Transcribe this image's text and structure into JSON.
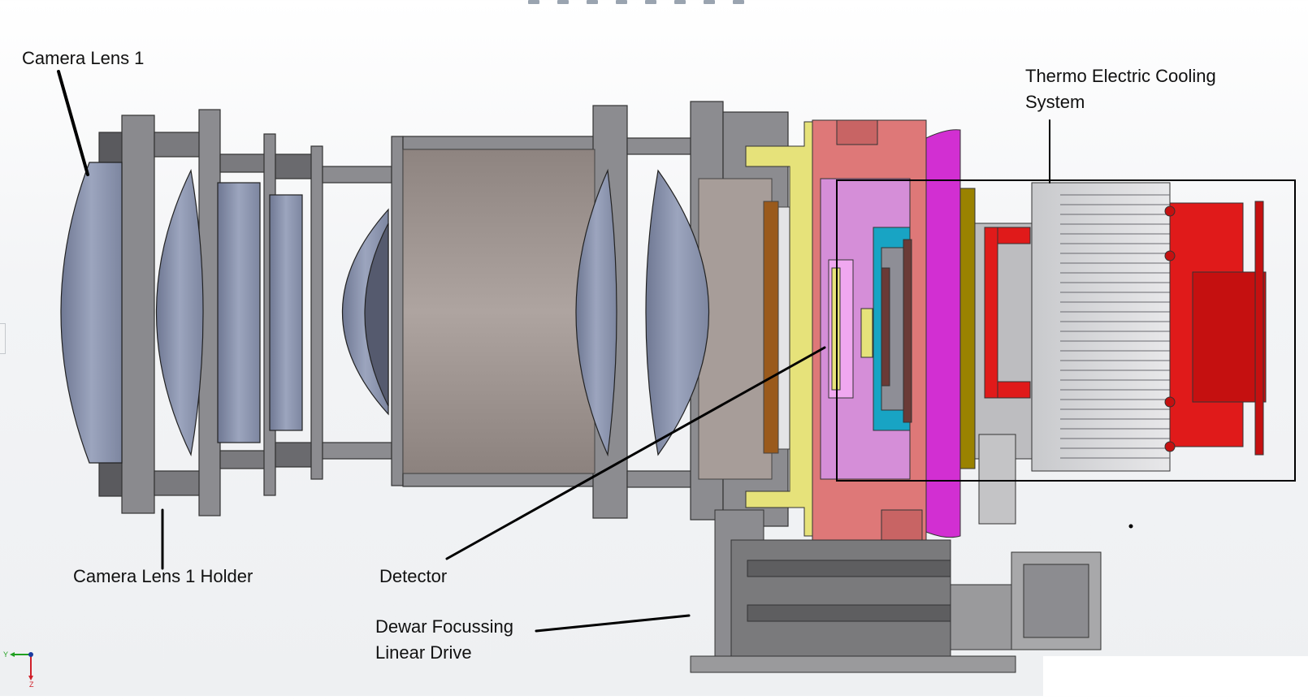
{
  "labels": {
    "camera_lens_1": "Camera Lens 1",
    "thermo_cooling_line1": "Thermo Electric Cooling",
    "thermo_cooling_line2": "System",
    "camera_lens_1_holder": "Camera Lens 1 Holder",
    "detector": "Detector",
    "dewar_line1": "Dewar Focussing",
    "dewar_line2": "Linear Drive"
  },
  "axis_triad": {
    "y_label": "Y",
    "z_label": "Z"
  },
  "colors": {
    "housing": "#8a8a8c",
    "lens_glass": "#8a94ac",
    "barrel": "#a19793",
    "flange_yellow": "#e6e27a",
    "dewar_salmon": "#de7878",
    "dewar_magenta": "#d22fd2",
    "detector_violet": "#d58ed8",
    "mount_cyan": "#18a4c4",
    "mount_brown": "#6a3a36",
    "heat_sink": "#d8d8da",
    "fan_red": "#e01a1a",
    "stage_gray": "#7a7a7c",
    "leader_line": "#000000",
    "highlight_box": "#000000"
  }
}
